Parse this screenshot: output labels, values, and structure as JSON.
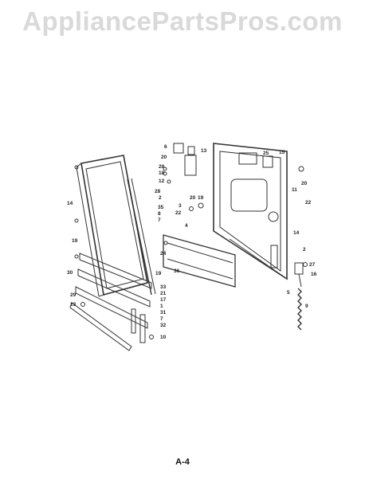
{
  "watermark": "AppliancePartsPros.com",
  "page_number": "A-4",
  "callouts": [
    "6",
    "20",
    "13",
    "25",
    "15",
    "28",
    "18",
    "12",
    "28",
    "2",
    "11",
    "20",
    "14",
    "35",
    "8",
    "7",
    "3",
    "22",
    "20",
    "19",
    "22",
    "4",
    "14",
    "19",
    "2",
    "24",
    "27",
    "5",
    "16",
    "30",
    "36",
    "19",
    "33",
    "29",
    "21",
    "17",
    "23",
    "1",
    "31",
    "7",
    "32",
    "9",
    "10"
  ]
}
